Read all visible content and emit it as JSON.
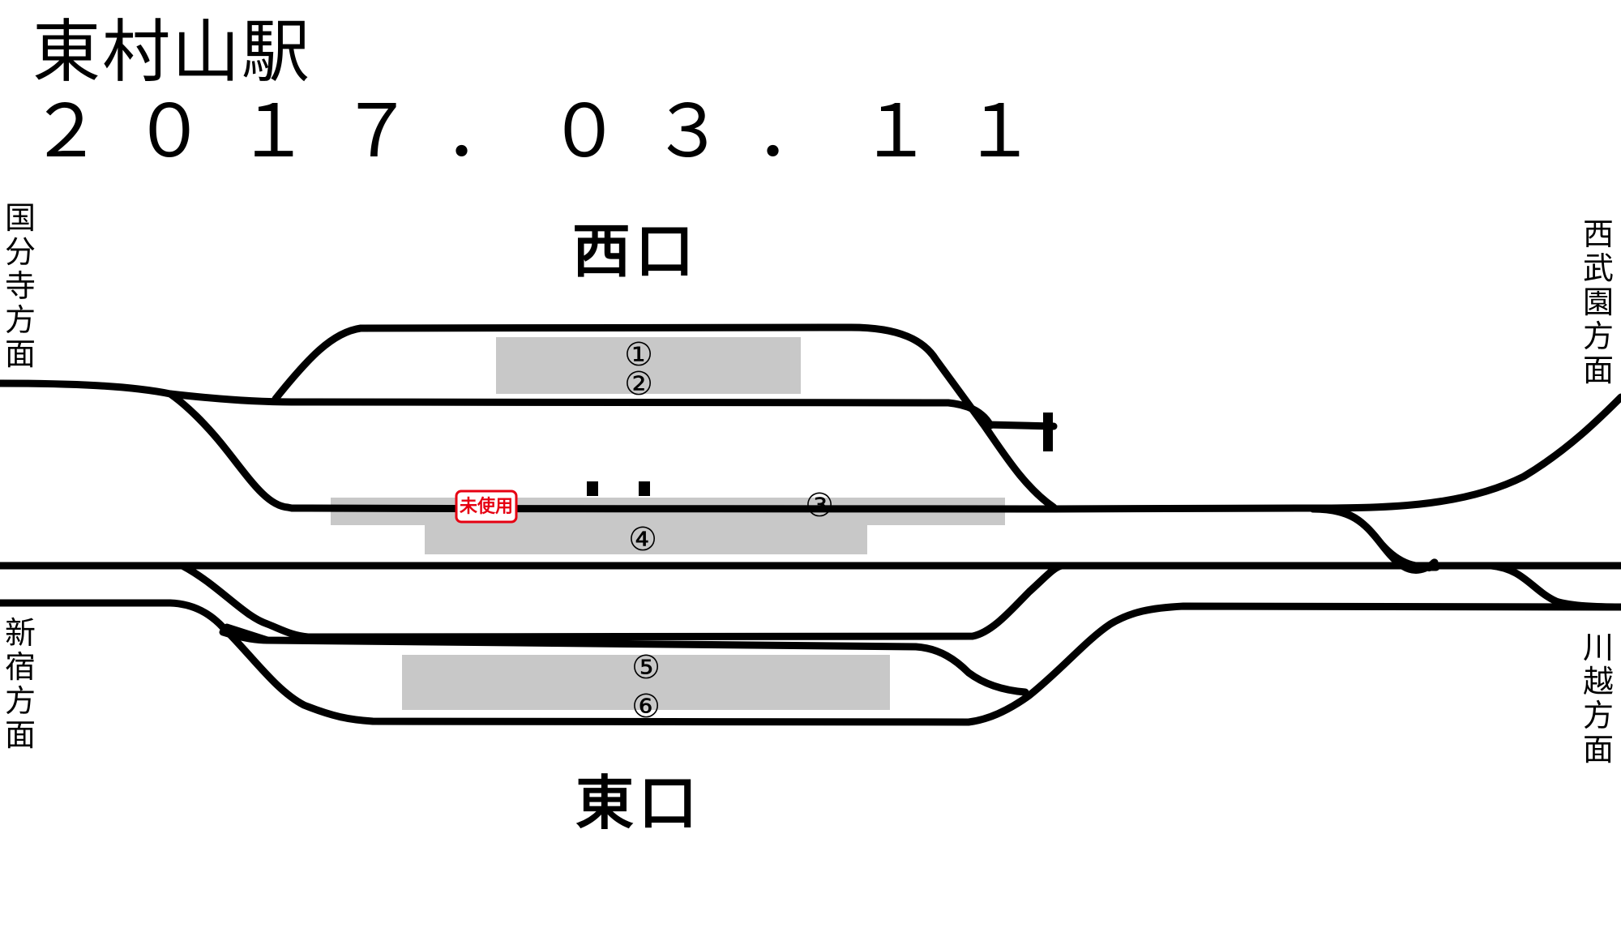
{
  "title": "東村山駅",
  "date": "２０１７．０３．１１",
  "exits": {
    "west": "西口",
    "east": "東口"
  },
  "directions": {
    "kokubunji": "国分寺方面",
    "shinjuku": "新宿方面",
    "seibuen": "西武園方面",
    "kawagoe": "川越方面"
  },
  "tracks": [
    "①",
    "②",
    "③",
    "④",
    "⑤",
    "⑥"
  ],
  "unused_badge": "未使用",
  "colors": {
    "track": "#000000",
    "platform": "#c8c8c8",
    "unused": "#e60012"
  }
}
